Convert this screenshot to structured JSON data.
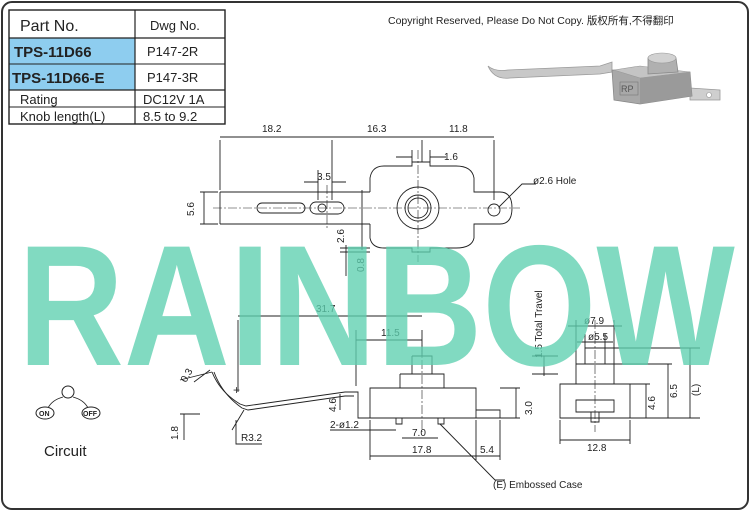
{
  "table": {
    "header": {
      "part_no": "Part No.",
      "dwg_no": "Dwg No."
    },
    "rows": [
      {
        "part": "TPS-11D66",
        "dwg": "P147-2R"
      },
      {
        "part": "TPS-11D66-E",
        "dwg": "P147-3R"
      }
    ],
    "specs": [
      {
        "label": "Rating",
        "value": "DC12V 1A"
      },
      {
        "label": "Knob length(L)",
        "value": "8.5 to 9.2"
      }
    ],
    "highlight_color": "#8ecdef"
  },
  "copyright": "Copyright Reserved, Please Do Not Copy. 版权所有,不得翻印",
  "product_photo": {
    "marking": "RP"
  },
  "watermark": {
    "text": "RAINBOW",
    "color": "#5ed0b0"
  },
  "top_view": {
    "dims": {
      "d18_2": "18.2",
      "d16_3": "16.3",
      "d11_8": "11.8",
      "d1_6": "1.6",
      "d3_5": "3.5",
      "d5_6": "5.6",
      "d2_6": "2.6",
      "d0_8": "0.8",
      "hole": "ø2.6 Hole"
    }
  },
  "front_view": {
    "dims": {
      "d31_7": "31.7",
      "d11_5": "11.5",
      "d0_3": "0.3",
      "d4_6": "4.6",
      "d1_8": "1.8",
      "r3_2": "R3.2",
      "d2x1_2": "2-ø1.2",
      "d7_0": "7.0",
      "d17_8": "17.8",
      "d5_4": "5.4",
      "d3_0": "3.0",
      "d1_5_total": "1.5 Total Travel",
      "embossed": "(E) Embossed Case"
    }
  },
  "side_view": {
    "dims": {
      "d7_9": "ø7.9",
      "d5_5": "ø5.5",
      "d4_6": "4.6",
      "d6_5": "6.5",
      "dL": "(L)",
      "d12_8": "12.8"
    }
  },
  "circuit": {
    "label": "Circuit",
    "on": "ON",
    "off": "OFF"
  }
}
